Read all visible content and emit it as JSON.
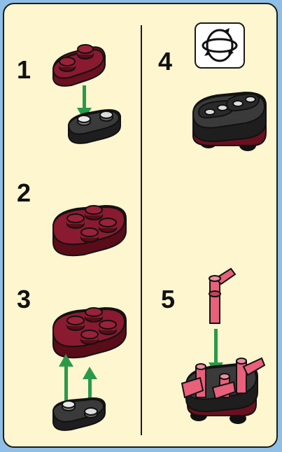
{
  "steps": [
    {
      "number": "1"
    },
    {
      "number": "2"
    },
    {
      "number": "3"
    },
    {
      "number": "4"
    },
    {
      "number": "5"
    }
  ],
  "icons": {
    "rotate": "rotate-model-icon",
    "arrow": "green-down-arrow-icon"
  },
  "colors": {
    "background": "#fdf6cf",
    "frame": "#8fbfe6",
    "dark_red_brick": "#7a1628",
    "black_brick": "#2a2a2a",
    "pink_brick": "#e8607a",
    "arrow_green": "#2a9a4a"
  }
}
